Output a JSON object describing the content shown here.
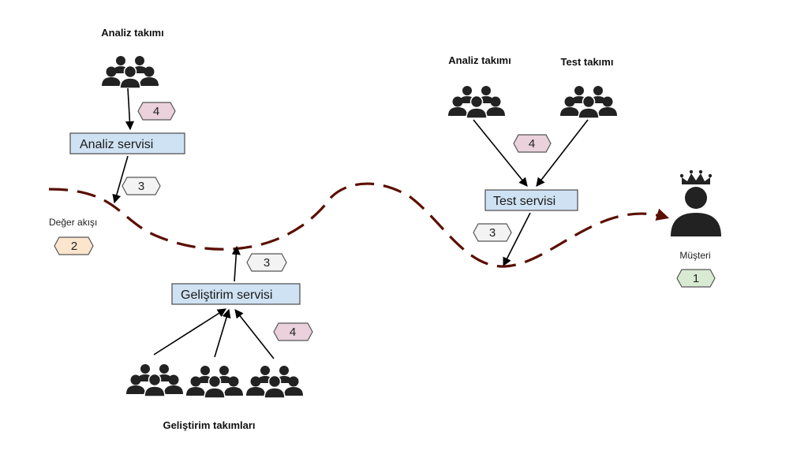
{
  "labels": {
    "analysis_team_left": "Analiz takımı",
    "analysis_team_right": "Analiz takımı",
    "test_team": "Test takımı",
    "value_stream": "Değer akışı",
    "customer": "Müşteri",
    "dev_teams": "Geliştirim takımları"
  },
  "services": {
    "analysis": "Analiz servisi",
    "test": "Test servisi",
    "development": "Geliştirim servisi"
  },
  "badges": {
    "analysis_team_left": "4",
    "analysis_service": "3",
    "value_stream": "2",
    "development_service": "3",
    "dev_teams": "4",
    "test_teams": "4",
    "test_service": "3",
    "customer": "1"
  },
  "colors": {
    "service_fill": "#cfe2f3",
    "badge_pink": "#ead1dc",
    "badge_white": "#f3f3f3",
    "badge_orange": "#fce5cd",
    "badge_green": "#d9ead3",
    "value_stream_line": "#5b0f00",
    "icon": "#222222"
  },
  "icons": {
    "team": "team-icon",
    "customer": "crowned-person-icon"
  }
}
